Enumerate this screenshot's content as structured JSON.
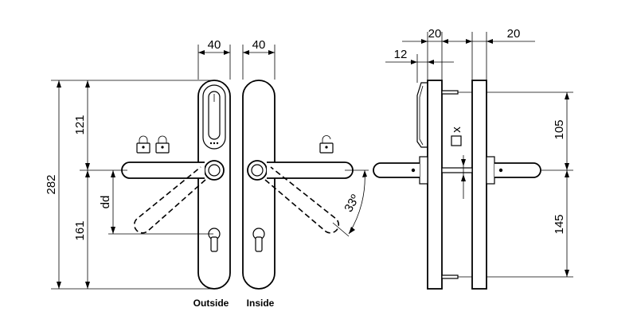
{
  "front_view": {
    "dim_total_height": "282",
    "dim_top_to_handle": "121",
    "dim_handle_to_bottom": "161",
    "dim_handle_to_cylinder": "dd",
    "dim_outside_width": "40",
    "dim_inside_width": "40",
    "dim_handle_angle": "33º",
    "caption_outside": "Outside",
    "caption_inside": "Inside"
  },
  "side_view": {
    "dim_outside_plate_thickness": "20",
    "dim_inside_plate_thickness": "20",
    "dim_reader_projection": "12",
    "dim_top_to_handle": "105",
    "dim_handle_to_bottom": "145",
    "dim_spindle_label": "x"
  },
  "icons": [
    "lock-closed-icon",
    "lock-closed-icon",
    "lock-open-icon"
  ]
}
